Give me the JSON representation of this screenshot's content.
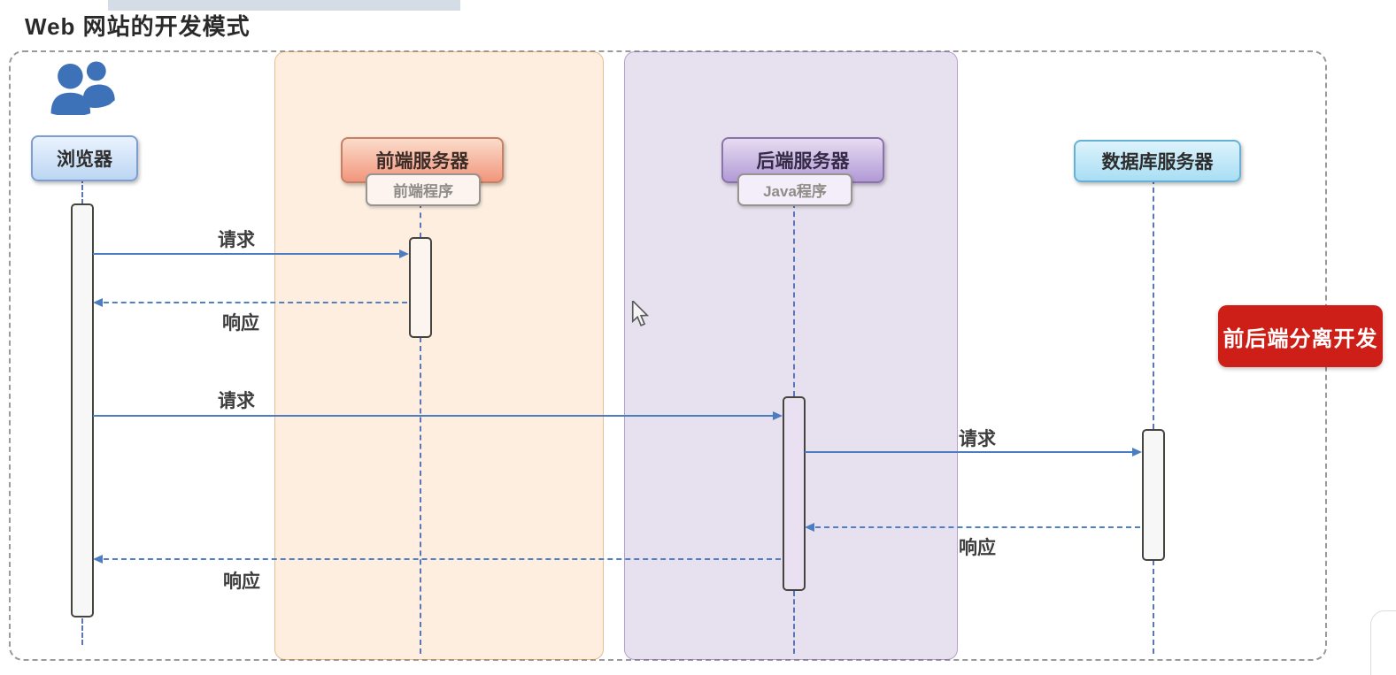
{
  "page": {
    "title": "Web 网站的开发模式"
  },
  "actors": [
    {
      "id": "browser",
      "label": "浏览器"
    },
    {
      "id": "frontend",
      "label": "前端服务器",
      "sub": "前端程序"
    },
    {
      "id": "backend",
      "label": "后端服务器",
      "sub": "Java程序"
    },
    {
      "id": "database",
      "label": "数据库服务器"
    }
  ],
  "messages": [
    {
      "label": "请求",
      "type": "solid",
      "from": "browser",
      "to": "frontend"
    },
    {
      "label": "响应",
      "type": "dashed",
      "from": "frontend",
      "to": "browser"
    },
    {
      "label": "请求",
      "type": "solid",
      "from": "browser",
      "to": "backend"
    },
    {
      "label": "请求",
      "type": "solid",
      "from": "backend",
      "to": "database"
    },
    {
      "label": "响应",
      "type": "dashed",
      "from": "database",
      "to": "backend"
    },
    {
      "label": "响应",
      "type": "dashed",
      "from": "backend",
      "to": "browser"
    }
  ],
  "badge": {
    "label": "前后端分离开发",
    "color": "#cd1f17"
  },
  "colors": {
    "arrow_blue": "#4b7dc0",
    "lifeline_blue": "#5b76b8",
    "frontend_column": "#f8e4d0",
    "backend_column": "#e7ddf0",
    "browser_box": "#bcd6f3",
    "frontend_box": "#f2967c",
    "backend_box": "#b29ad6",
    "database_box": "#a9def4",
    "badge_red": "#cd1f17"
  },
  "icons": {
    "users": "users-icon",
    "cursor": "mouse-cursor-icon"
  }
}
